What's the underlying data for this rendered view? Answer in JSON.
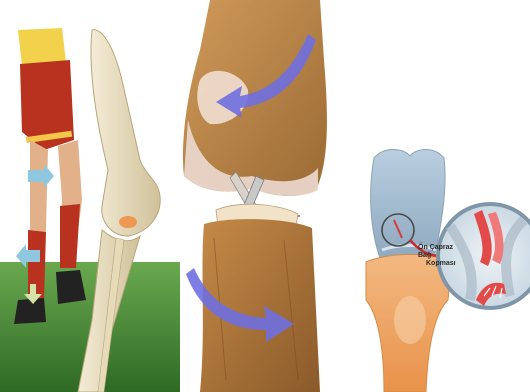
{
  "panels": [
    {
      "name": "soccer-player-knee-injury",
      "icon": "soccer-leg-knee-image"
    },
    {
      "name": "knee-joint-anatomy",
      "icon": "knee-joint-image"
    },
    {
      "name": "acl-tear-illustration",
      "icon": "acl-tear-image"
    }
  ],
  "callout": {
    "line1": "Ön Çapraz Bağ",
    "line2": "Kopması"
  },
  "colors": {
    "grass": "#4d8a3a",
    "bone": "#eadfc2",
    "arrow": "#7a7fe0",
    "ligament_red": "#d83a3a",
    "cartilage_blue": "#a9c1d6"
  }
}
